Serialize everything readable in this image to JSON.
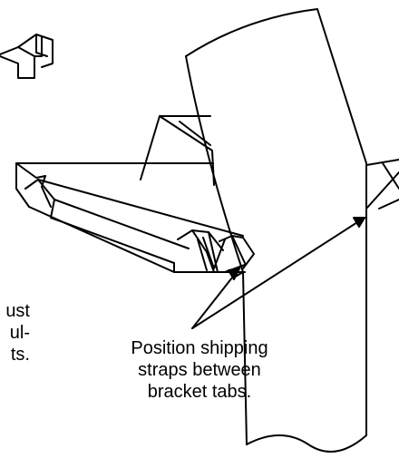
{
  "callout": {
    "lines": [
      "Position shipping",
      "straps between",
      "bracket tabs."
    ]
  },
  "left_fragment": {
    "lines": [
      "ust",
      "ul-",
      "ts."
    ]
  },
  "colors": {
    "line": "#000000",
    "background": "#ffffff"
  }
}
